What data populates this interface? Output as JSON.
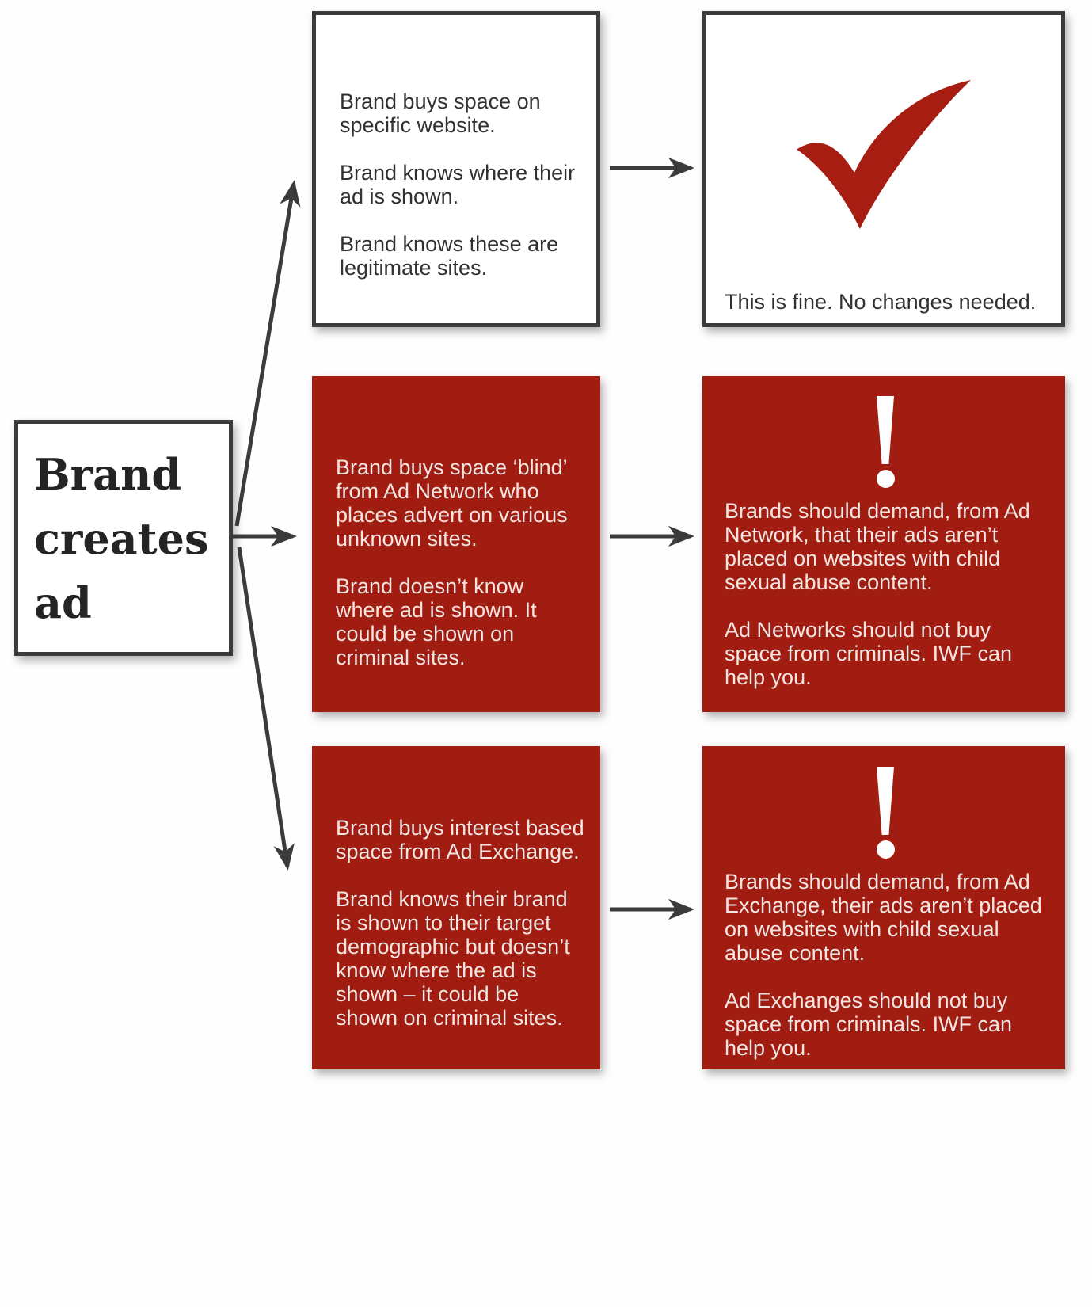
{
  "root_box": {
    "label": "Brand creates ad"
  },
  "rows": [
    {
      "name": "direct-buy",
      "status": "ok",
      "cause": {
        "paragraphs": [
          "Brand buys space on specific website.",
          "Brand knows where their ad is shown.",
          "Brand knows these are legitimate sites."
        ]
      },
      "effect": {
        "icon": "checkmark-icon",
        "paragraphs": [
          "This is fine. No changes needed."
        ]
      }
    },
    {
      "name": "ad-network-blind-buy",
      "status": "warning",
      "cause": {
        "paragraphs": [
          "Brand buys space ‘blind’ from Ad Network who places advert on various unknown sites.",
          "Brand doesn’t know where ad is shown. It could be shown on criminal sites."
        ]
      },
      "effect": {
        "icon": "exclamation-icon",
        "paragraphs": [
          "Brands should demand, from Ad Network, that their ads aren’t placed on websites with child sexual abuse content.",
          "Ad Networks should not buy space from criminals. IWF can help you."
        ]
      }
    },
    {
      "name": "ad-exchange-buy",
      "status": "warning",
      "cause": {
        "paragraphs": [
          "Brand buys interest based space from Ad Exchange.",
          "Brand knows their brand is shown to their target demographic but doesn’t know where the ad is shown – it could be shown on criminal sites."
        ]
      },
      "effect": {
        "icon": "exclamation-icon",
        "paragraphs": [
          "Brands should demand, from Ad Exchange, their ads aren’t placed on websites with child sexual abuse content.",
          "Ad Exchanges should not buy space from criminals. IWF can help you."
        ]
      }
    }
  ],
  "colors": {
    "alert_red": "#a11c11",
    "check_red": "#a81d12",
    "line_dark": "#3b3b3d",
    "text_dark": "#323031",
    "text_light": "#f2e6e3"
  }
}
